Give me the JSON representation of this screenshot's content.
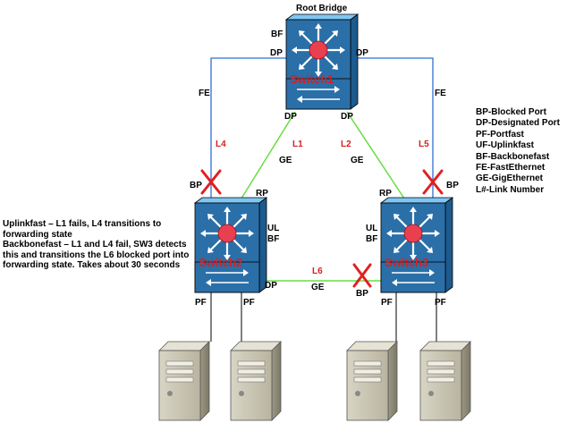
{
  "title": "Root Bridge",
  "switches": {
    "s1": "Switch1",
    "s2": "Switch2",
    "s3": "Switch3"
  },
  "links": {
    "l1": "L1",
    "l2": "L2",
    "l4": "L4",
    "l5": "L5",
    "l6": "L6"
  },
  "port_labels": {
    "s1_bf": "BF",
    "s1_dp_left": "DP",
    "s1_dp_right": "DP",
    "s1_dp_bottom_left": "DP",
    "s1_dp_bottom_right": "DP",
    "fe_left": "FE",
    "fe_right": "FE",
    "ge_left": "GE",
    "ge_right": "GE",
    "ge_bottom": "GE",
    "bp_s2": "BP",
    "bp_s3_top": "BP",
    "bp_s3_bottom": "BP",
    "rp_s2": "RP",
    "rp_s3": "RP",
    "ul_s2": "UL",
    "bf_s2": "BF",
    "ul_s3": "UL",
    "bf_s3": "BF",
    "dp_s2": "DP",
    "pf1": "PF",
    "pf2": "PF",
    "pf3": "PF",
    "pf4": "PF"
  },
  "legend": [
    "BP-Blocked Port",
    "DP-Designated Port",
    "PF-Portfast",
    "UF-Uplinkfast",
    "BF-Backbonefast",
    "FE-FastEthernet",
    "GE-GigEthernet",
    "L#-Link Number"
  ],
  "notes": [
    "Uplinkfast – L1 fails, L4 transitions to forwarding state",
    "Backbonefast – L1 and L4 fail, SW3 detects this and transitions the L6 blocked port into forwarding state. Takes about 30 seconds"
  ],
  "colors": {
    "fe_link": "#2f6fd1",
    "ge_link": "#66dd44",
    "switch_face": "#2a6fa8",
    "switch_top": "#7fc6f4",
    "switch_side": "#1d5a8e",
    "blocked_x": "#e02020",
    "label_red": "#d42020"
  }
}
